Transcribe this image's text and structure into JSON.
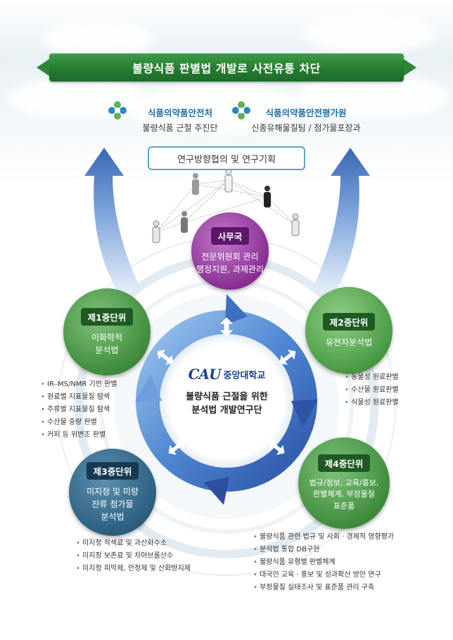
{
  "banner": {
    "title": "불량식품 판별법 개발로 사전유통 차단"
  },
  "orgs": [
    {
      "name": "식품의약품안전처",
      "sub": "불량식품 근절 추진단"
    },
    {
      "name": "식품의약품안전평가원",
      "sub": "신종유해물질팀 / 첨가물포장과"
    }
  ],
  "plan": {
    "label": "연구방향협의 및 연구기획"
  },
  "secretariat": {
    "tag": "사무국",
    "line1": "전문위원회 관리",
    "line2": "행정지원, 과제관리"
  },
  "unit1": {
    "tag": "제1중단위",
    "line1": "이화학적",
    "line2": "분석법",
    "items": [
      "IR–MS/NMR 기반 판별",
      "원료별 지표물질 탐색",
      "주류별 지표물질 탐색",
      "수산물 중량 판별",
      "커피 등 위변조 판별"
    ]
  },
  "unit2": {
    "tag": "제2중단위",
    "line1": "유전자분석법",
    "items": [
      "동물성 원료판별",
      "수산물 원료판별",
      "식물성 원료판별"
    ]
  },
  "unit3": {
    "tag": "제3중단위",
    "line1": "미지정 및 미량",
    "line2": "잔류 첨가물",
    "line3": "분석법",
    "items": [
      "미지정 착색료 및 과산화수소",
      "미지정 보존료 및 차아브롬산수",
      "미지정 피막제, 안정제 및 산화방지제"
    ]
  },
  "unit4": {
    "tag": "제4중단위",
    "line1": "법규/정보, 교육/홍보,",
    "line2": "판별체계, 부정물질",
    "line3": "표준품",
    "items": [
      "불량식품 관련 법규 및 사회 · 경제적 영향평가",
      "분석법 통합 DB구현",
      "불량식품 유형별 판별체계",
      "대국민 교육 · 홍보 및 성과확산 방안 연구",
      "부정물질 실태조사 및 표준품 관리 구축"
    ]
  },
  "center": {
    "logo": "CAU",
    "university": "중앙대학교",
    "line1": "불량식품 근절을 위한",
    "line2": "분석법 개발연구단"
  },
  "colors": {
    "banner": "#2d8636",
    "secretariat": "#8a2f95",
    "green_unit": "#3f8c3d",
    "blue_unit": "#2c5f80",
    "cycle": "#3f77c8",
    "plan_border": "#5aa5c9"
  }
}
